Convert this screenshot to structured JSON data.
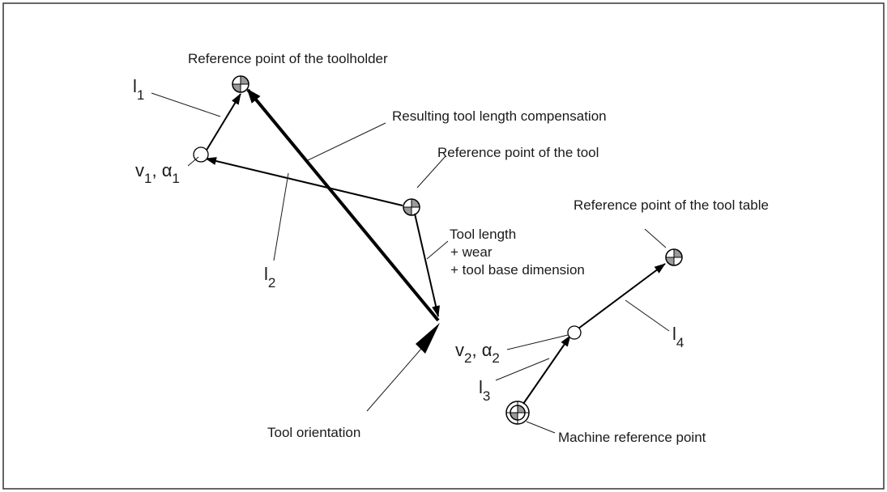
{
  "labels": {
    "toolholder_ref": "Reference point of the toolholder",
    "resulting_comp": "Resulting tool length compensation",
    "tool_ref": "Reference point of the tool",
    "tool_table_ref": "Reference point of the tool table",
    "tool_length_1": "Tool length",
    "tool_length_2": "+ wear",
    "tool_length_3": "+ tool base dimension",
    "tool_orientation": "Tool orientation",
    "machine_ref": "Machine reference point"
  },
  "symbols": {
    "l1": {
      "base": "l",
      "sub": "1"
    },
    "l2": {
      "base": "l",
      "sub": "2"
    },
    "l3": {
      "base": "l",
      "sub": "3"
    },
    "l4": {
      "base": "l",
      "sub": "4"
    },
    "v1_alpha1": {
      "v": "v",
      "vsub": "1",
      "sep": ", ",
      "a": "α",
      "asub": "1"
    },
    "v2_alpha2": {
      "v": "v",
      "vsub": "2",
      "sep": ", ",
      "a": "α",
      "asub": "2"
    }
  }
}
